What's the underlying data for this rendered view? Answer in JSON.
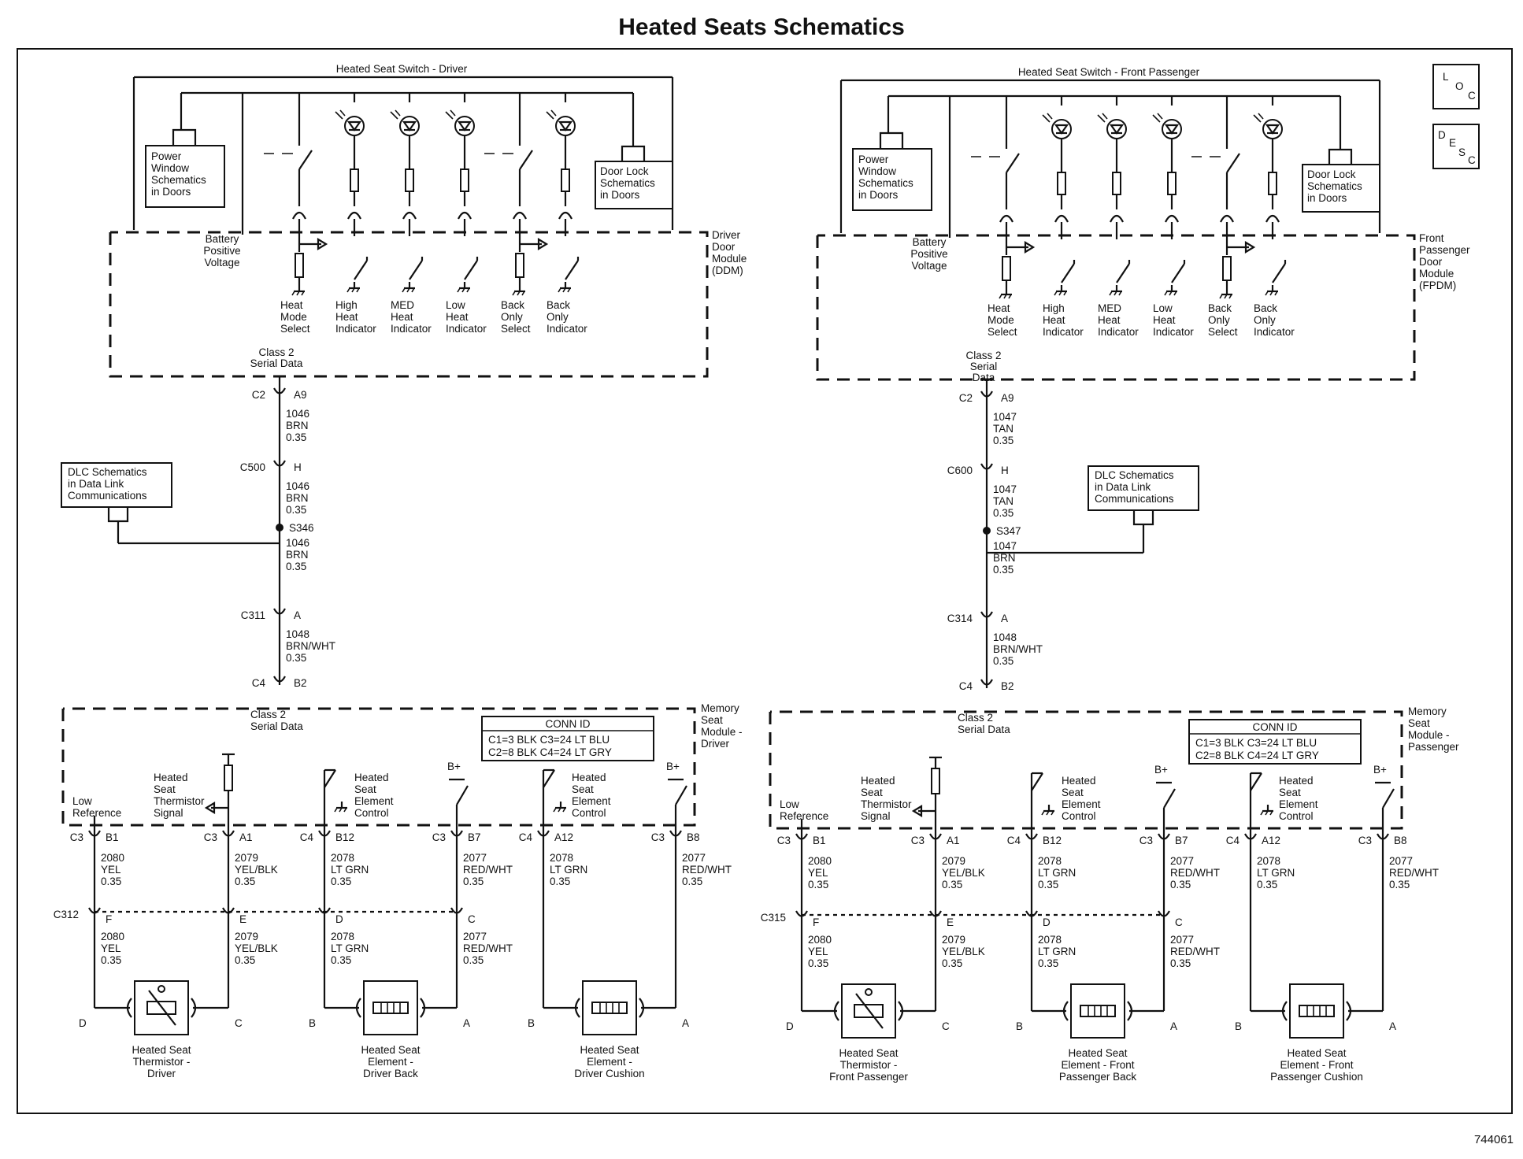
{
  "title": "Heated Seats Schematics",
  "doc_number": "744061",
  "icons": {
    "loc": [
      "L",
      "O",
      "C"
    ],
    "desc": [
      "D",
      "E",
      "S",
      "C"
    ]
  },
  "driver": {
    "switch_title": "Heated Seat Switch - Driver",
    "power_window_ref": [
      "Power",
      "Window",
      "Schematics",
      "in Doors"
    ],
    "door_lock_ref": [
      "Door Lock",
      "Schematics",
      "in Doors"
    ],
    "battery_label": [
      "Battery",
      "Positive",
      "Voltage"
    ],
    "module_label": [
      "Driver",
      "Door",
      "Module",
      "(DDM)"
    ],
    "switches": [
      [
        "Heat",
        "Mode",
        "Select"
      ],
      [
        "High",
        "Heat",
        "Indicator"
      ],
      [
        "MED",
        "Heat",
        "Indicator"
      ],
      [
        "Low",
        "Heat",
        "Indicator"
      ],
      [
        "Back",
        "Only",
        "Select"
      ],
      [
        "Back",
        "Only",
        "Indicator"
      ]
    ],
    "serial_label": [
      "Class 2",
      "Serial Data"
    ],
    "conn_c2": [
      "C2",
      "A9"
    ],
    "wire1": [
      "1046",
      "BRN",
      "0.35"
    ],
    "conn_c500": [
      "C500",
      "H"
    ],
    "wire2": [
      "1046",
      "BRN",
      "0.35"
    ],
    "dlc_ref": [
      "DLC Schematics",
      "in Data Link",
      "Communications"
    ],
    "splice": "S346",
    "wire3": [
      "1046",
      "BRN",
      "0.35"
    ],
    "conn_c311": [
      "C311",
      "A"
    ],
    "wire4": [
      "1048",
      "BRN/WHT",
      "0.35"
    ],
    "conn_c4": [
      "C4",
      "B2"
    ],
    "msm_serial": [
      "Class 2",
      "Serial Data"
    ],
    "msm_label": [
      "Memory",
      "Seat",
      "Module -",
      "Driver"
    ],
    "conn_id": {
      "title": "CONN ID",
      "rows": [
        "C1=3 BLK   C3=24 LT BLU",
        "C2=8 BLK   C4=24 LT GRY"
      ]
    },
    "low_ref": [
      "Low",
      "Reference"
    ],
    "thermistor_signal": [
      "Heated",
      "Seat",
      "Thermistor",
      "Signal"
    ],
    "element_control": [
      "Heated",
      "Seat",
      "Element",
      "Control"
    ],
    "bplus": "B+",
    "pins_top": [
      [
        "C3",
        "B1"
      ],
      [
        "C3",
        "A1"
      ],
      [
        "C4",
        "B12"
      ],
      [
        "C3",
        "B7"
      ],
      [
        "C4",
        "A12"
      ],
      [
        "C3",
        "B8"
      ]
    ],
    "wires_top": [
      [
        "2080",
        "YEL",
        "0.35"
      ],
      [
        "2079",
        "YEL/BLK",
        "0.35"
      ],
      [
        "2078",
        "LT GRN",
        "0.35"
      ],
      [
        "2077",
        "RED/WHT",
        "0.35"
      ],
      [
        "2078",
        "LT GRN",
        "0.35"
      ],
      [
        "2077",
        "RED/WHT",
        "0.35"
      ]
    ],
    "inline_conn": "C312",
    "inline_pins": [
      "F",
      "E",
      "D",
      "C"
    ],
    "wires_bottom": [
      [
        "2080",
        "YEL",
        "0.35"
      ],
      [
        "2079",
        "YEL/BLK",
        "0.35"
      ],
      [
        "2078",
        "LT GRN",
        "0.35"
      ],
      [
        "2077",
        "RED/WHT",
        "0.35"
      ]
    ],
    "components": [
      {
        "pins": [
          "D",
          "C"
        ],
        "label": [
          "Heated Seat",
          "Thermistor -",
          "Driver"
        ]
      },
      {
        "pins": [
          "B",
          "A"
        ],
        "label": [
          "Heated Seat",
          "Element -",
          "Driver Back"
        ]
      },
      {
        "pins": [
          "B",
          "A"
        ],
        "label": [
          "Heated Seat",
          "Element -",
          "Driver Cushion"
        ]
      }
    ]
  },
  "passenger": {
    "switch_title": "Heated Seat Switch - Front Passenger",
    "power_window_ref": [
      "Power",
      "Window",
      "Schematics",
      "in Doors"
    ],
    "door_lock_ref": [
      "Door Lock",
      "Schematics",
      "in Doors"
    ],
    "battery_label": [
      "Battery",
      "Positive",
      "Voltage"
    ],
    "module_label": [
      "Front",
      "Passenger",
      "Door",
      "Module",
      "(FPDM)"
    ],
    "switches": [
      [
        "Heat",
        "Mode",
        "Select"
      ],
      [
        "High",
        "Heat",
        "Indicator"
      ],
      [
        "MED",
        "Heat",
        "Indicator"
      ],
      [
        "Low",
        "Heat",
        "Indicator"
      ],
      [
        "Back",
        "Only",
        "Select"
      ],
      [
        "Back",
        "Only",
        "Indicator"
      ]
    ],
    "serial_label": [
      "Class 2",
      "Serial",
      "Data"
    ],
    "conn_c2": [
      "C2",
      "A9"
    ],
    "wire1": [
      "1047",
      "TAN",
      "0.35"
    ],
    "conn_c600": [
      "C600",
      "H"
    ],
    "wire2": [
      "1047",
      "TAN",
      "0.35"
    ],
    "dlc_ref": [
      "DLC Schematics",
      "in Data Link",
      "Communications"
    ],
    "splice": "S347",
    "wire3": [
      "1047",
      "BRN",
      "0.35"
    ],
    "conn_c314": [
      "C314",
      "A"
    ],
    "wire4": [
      "1048",
      "BRN/WHT",
      "0.35"
    ],
    "conn_c4": [
      "C4",
      "B2"
    ],
    "msm_serial": [
      "Class 2",
      "Serial Data"
    ],
    "msm_label": [
      "Memory",
      "Seat",
      "Module -",
      "Passenger"
    ],
    "conn_id": {
      "title": "CONN ID",
      "rows": [
        "C1=3 BLK   C3=24 LT BLU",
        "C2=8 BLK   C4=24 LT GRY"
      ]
    },
    "low_ref": [
      "Low",
      "Reference"
    ],
    "thermistor_signal": [
      "Heated",
      "Seat",
      "Thermistor",
      "Signal"
    ],
    "element_control": [
      "Heated",
      "Seat",
      "Element",
      "Control"
    ],
    "bplus": "B+",
    "pins_top": [
      [
        "C3",
        "B1"
      ],
      [
        "C3",
        "A1"
      ],
      [
        "C4",
        "B12"
      ],
      [
        "C3",
        "B7"
      ],
      [
        "C4",
        "A12"
      ],
      [
        "C3",
        "B8"
      ]
    ],
    "wires_top": [
      [
        "2080",
        "YEL",
        "0.35"
      ],
      [
        "2079",
        "YEL/BLK",
        "0.35"
      ],
      [
        "2078",
        "LT GRN",
        "0.35"
      ],
      [
        "2077",
        "RED/WHT",
        "0.35"
      ],
      [
        "2078",
        "LT GRN",
        "0.35"
      ],
      [
        "2077",
        "RED/WHT",
        "0.35"
      ]
    ],
    "inline_conn": "C315",
    "inline_pins": [
      "F",
      "E",
      "D",
      "C"
    ],
    "wires_bottom": [
      [
        "2080",
        "YEL",
        "0.35"
      ],
      [
        "2079",
        "YEL/BLK",
        "0.35"
      ],
      [
        "2078",
        "LT GRN",
        "0.35"
      ],
      [
        "2077",
        "RED/WHT",
        "0.35"
      ]
    ],
    "components": [
      {
        "pins": [
          "D",
          "C"
        ],
        "label": [
          "Heated Seat",
          "Thermistor -",
          "Front Passenger"
        ]
      },
      {
        "pins": [
          "B",
          "A"
        ],
        "label": [
          "Heated Seat",
          "Element - Front",
          "Passenger Back"
        ]
      },
      {
        "pins": [
          "B",
          "A"
        ],
        "label": [
          "Heated Seat",
          "Element - Front",
          "Passenger Cushion"
        ]
      }
    ]
  }
}
